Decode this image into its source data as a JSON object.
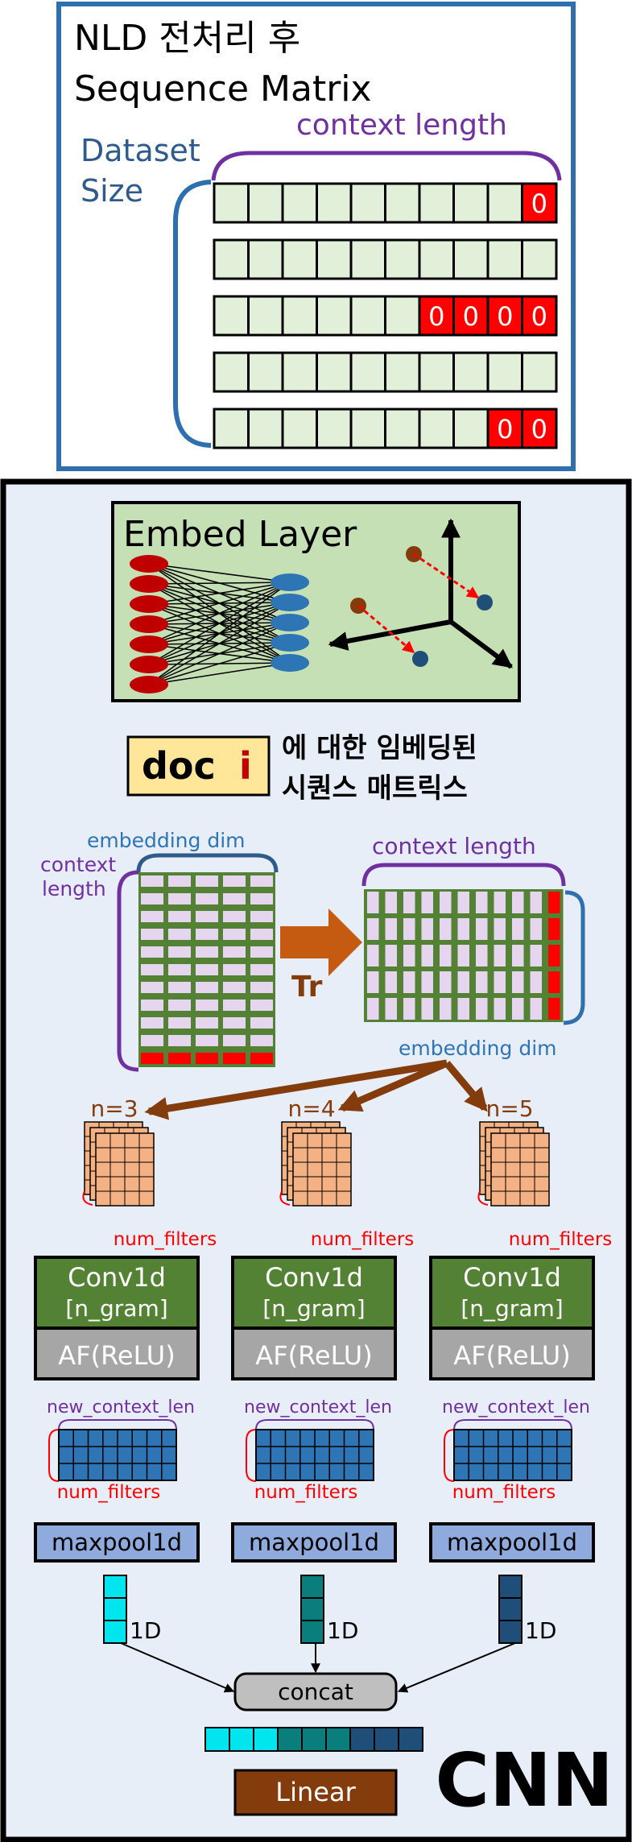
{
  "top_panel": {
    "title_line1": "NLD 전처리 후",
    "title_line2": "Sequence Matrix",
    "context_length_label": "context length",
    "dataset_label_line1": "Dataset",
    "dataset_label_line2": "Size",
    "rows": [
      {
        "padding_zeros": 1
      },
      {
        "padding_zeros": 0
      },
      {
        "padding_zeros": 4
      },
      {
        "padding_zeros": 0
      },
      {
        "padding_zeros": 2
      }
    ],
    "pad_value": "0"
  },
  "cnn_panel": {
    "embed_layer_title": "Embed Layer",
    "doc_label": "doc",
    "doc_index": "i",
    "embedded_desc_line1": "에 대한 임베딩된",
    "embedded_desc_line2": "시퀀스 매트릭스",
    "matrix_left": {
      "embedding_dim_label": "embedding dim",
      "context_length_line1": "context",
      "context_length_line2": "length"
    },
    "transpose_label": "Tr",
    "matrix_right": {
      "context_length_label": "context length",
      "embedding_dim_label": "embedding dim"
    },
    "branches": [
      {
        "ngram_label": "n=3",
        "num_filters_label": "num_filters",
        "conv_line1": "Conv1d",
        "conv_line2": "[n_gram]",
        "af_label": "AF(ReLU)",
        "new_context_label": "new_context_len",
        "num_filters_label2": "num_filters",
        "pool_label": "maxpool1d",
        "vector_label": "1D",
        "vector_color": "#00e5ee"
      },
      {
        "ngram_label": "n=4",
        "num_filters_label": "num_filters",
        "conv_line1": "Conv1d",
        "conv_line2": "[n_gram]",
        "af_label": "AF(ReLU)",
        "new_context_label": "new_context_len",
        "num_filters_label2": "num_filters",
        "pool_label": "maxpool1d",
        "vector_label": "1D",
        "vector_color": "#0a7d7d"
      },
      {
        "ngram_label": "n=5",
        "num_filters_label": "num_filters",
        "conv_line1": "Conv1d",
        "conv_line2": "[n_gram]",
        "af_label": "AF(ReLU)",
        "new_context_label": "new_context_len",
        "num_filters_label2": "num_filters",
        "pool_label": "maxpool1d",
        "vector_label": "1D",
        "vector_color": "#1f4e79"
      }
    ],
    "concat_label": "concat",
    "linear_label": "Linear",
    "cnn_label": "CNN"
  },
  "colors": {
    "blue_border": "#2e6fb0",
    "purple": "#7030a0",
    "cell_green": "#e2f0d9",
    "red_pad": "#ff0000",
    "panel_bg": "#e8eef8",
    "conv_green": "#548235",
    "af_gray": "#a6a6a6",
    "pool_blue": "#8faadc",
    "linear_brown": "#843c0c",
    "arrow_brown": "#843c0c",
    "filter_orange": "#f4b183",
    "featuremap_blue": "#2e75b6"
  }
}
